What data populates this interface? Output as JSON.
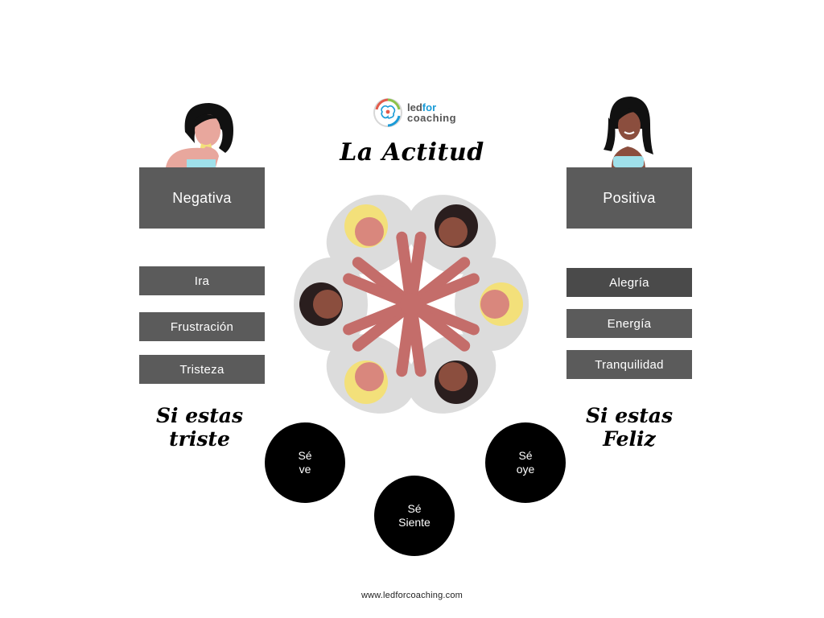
{
  "logo": {
    "part1": "led",
    "part2": "for",
    "part3": "coaching"
  },
  "title": "La Actitud",
  "left": {
    "header": "Negativa",
    "items": [
      "Ira",
      "Frustración",
      "Tristeza"
    ],
    "slogan_line1": "Si estas",
    "slogan_line2": "triste"
  },
  "right": {
    "header": "Positiva",
    "items": [
      "Alegría",
      "Energía",
      "Tranquilidad"
    ],
    "slogan_line1": "Si estas",
    "slogan_line2": "Feliz"
  },
  "circles": [
    {
      "line1": "Sé",
      "line2": "ve"
    },
    {
      "line1": "Sé",
      "line2": "Siente"
    },
    {
      "line1": "Sé",
      "line2": "oye"
    }
  ],
  "footer": "www.ledforcoaching.com",
  "colors": {
    "box": "#5b5b5b",
    "circle": "#000000",
    "accent": "#1a9bd7"
  }
}
